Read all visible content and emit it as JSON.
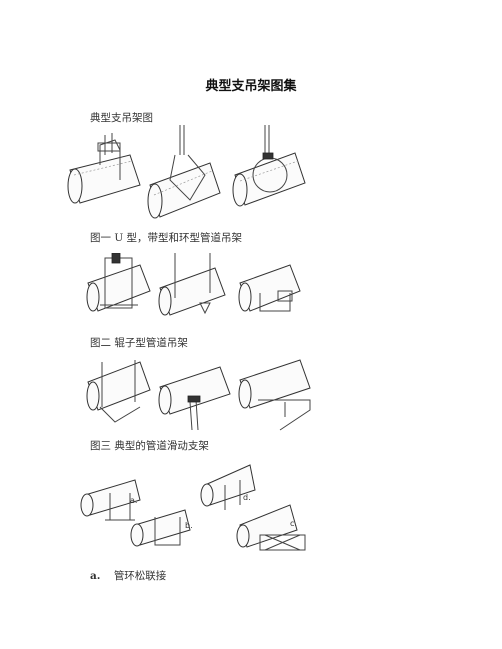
{
  "title": "典型支吊架图集",
  "subtitle": "典型支吊架图",
  "captions": {
    "fig1": "图一  U 型，带型和环型管道吊架",
    "fig2": "图二  辊子型管道吊架",
    "fig3": "图三  典型的管道滑动支架"
  },
  "fig4_labels": [
    "a.",
    "b.",
    "d.",
    "c."
  ],
  "note": {
    "marker": "a.",
    "text": "管环松联接"
  }
}
